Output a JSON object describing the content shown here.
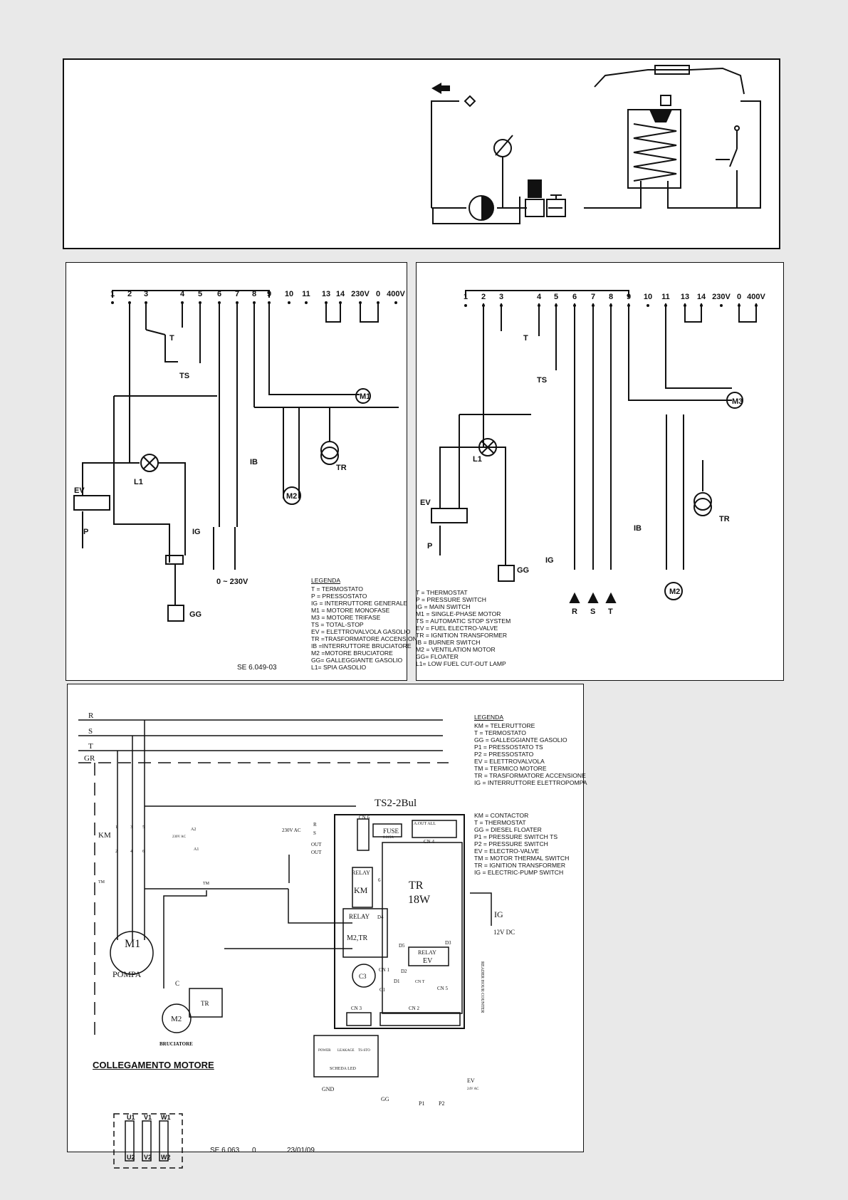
{
  "hydraulic": {},
  "diagram_left": {
    "terminals": [
      "1",
      "2",
      "3",
      "4",
      "5",
      "6",
      "7",
      "8",
      "9",
      "10",
      "11",
      "13",
      "14",
      "230V",
      "0",
      "400V"
    ],
    "labels": {
      "t": "T",
      "ts": "TS",
      "m1": "M1",
      "ib": "IB",
      "tr": "TR",
      "m2": "M2",
      "l1": "L1",
      "ev": "EV",
      "p": "P",
      "ig": "IG",
      "supply": "0 ~ 230V",
      "gg": "GG"
    },
    "legend_title": "LEGENDA",
    "legend_it": [
      "T = TERMOSTATO",
      "P = PRESSOSTATO",
      "IG = INTERRUTTORE GENERALE",
      "M1 = MOTORE MONOFASE",
      "M3 = MOTORE TRIFASE",
      "TS = TOTAL-STOP",
      "EV = ELETTROVALVOLA GASOLIO",
      "TR =TRASFORMATORE ACCENSIONE",
      "IB =INTERRUTTORE BRUCIATORE",
      "M2 =MOTORE BRUCIATORE",
      "GG= GALLEGGIANTE GASOLIO",
      "L1= SPIA GASOLIO"
    ],
    "code": "SE 6.049-03"
  },
  "diagram_right": {
    "terminals": [
      "1",
      "2",
      "3",
      "4",
      "5",
      "6",
      "7",
      "8",
      "9",
      "10",
      "11",
      "13",
      "14",
      "230V",
      "0",
      "400V"
    ],
    "labels": {
      "t": "T",
      "ts": "TS",
      "m3": "M3",
      "l1": "L1",
      "ev": "EV",
      "p": "P",
      "ig": "IG",
      "gg": "GG",
      "ib": "IB",
      "tr": "TR",
      "m2": "M2",
      "r": "R",
      "s": "S",
      "tt": "T"
    },
    "legend_en": [
      "T = THERMOSTAT",
      "P = PRESSURE SWITCH",
      "IG = MAIN SWITCH",
      "M1 = SINGLE-PHASE MOTOR",
      "TS = AUTOMATIC STOP SYSTEM",
      "EV = FUEL ELECTRO-VALVE",
      "TR = IGNITION TRANSFORMER",
      "IB = BURNER SWITCH",
      "M2 = VENTILATION MOTOR",
      "GG= FLOATER",
      "L1= LOW FUEL CUT-OUT LAMP"
    ]
  },
  "diagram_bottom": {
    "lines": [
      "R",
      "S",
      "T",
      "GR"
    ],
    "board_title": "TS2-2Bul",
    "labels": {
      "cn6": "CN 6",
      "fuse": "FUSE",
      "fuse_val": "0.315A",
      "cn4": "CN 4",
      "cn4_top": "A.OUT ALL",
      "relay1": "RELAY",
      "km_box": "KM",
      "tr_big": "TR",
      "tr_w": "18W",
      "relay2": "RELAY",
      "m2tr": "M2,TR",
      "relay_ev": "RELAY",
      "ev_box": "EV",
      "c3": "C3",
      "c1": "C1",
      "cn1": "CN 1",
      "cnt": "CN T",
      "cn5": "CN 5",
      "cn3": "CN 3",
      "cn2": "CN 2",
      "d1": "D1",
      "d2": "D2",
      "d3": "D3",
      "d4": "D4",
      "d5": "D5",
      "r6": "6",
      "ig": "IG",
      "dc": "12V DC",
      "hour": "READER HOUR COUNTER",
      "r": "R",
      "s": "S",
      "out1": "OUT",
      "out2": "OUT",
      "v230": "230V AC",
      "a2": "A2",
      "a1": "A1",
      "v230b": "230V AC",
      "km": "KM",
      "tm": "TM",
      "tm2": "TM",
      "m1": "M1",
      "pompa": "POMPA",
      "c": "C",
      "m2": "M2",
      "bruciatore": "BRUCIATORE",
      "tr": "TR",
      "power": "POWER",
      "led2": "LEAKAGE",
      "led3": "TS-STO",
      "scheda": "SCHEDA LED",
      "gnd": "GND",
      "gg": "GG",
      "p1": "P1",
      "p2": "P2",
      "ev": "EV",
      "ev_v": "24V AC",
      "u1": "U1",
      "v1": "V1",
      "w1": "W1",
      "u2": "U2",
      "v2": "V2",
      "w2": "W2",
      "k1": "1",
      "k3": "3",
      "k5": "5",
      "k2": "2",
      "k4": "4",
      "k6": "6"
    },
    "legend_title": "LEGENDA",
    "legend_it": [
      "KM = TELERUTTORE",
      "T = TERMOSTATO",
      "GG = GALLEGGIANTE GASOLIO",
      "P1 = PRESSOSTATO TS",
      "P2 = PRESSOSTATO",
      "EV = ELETTROVALVOLA",
      "TM = TERMICO MOTORE",
      "TR = TRASFORMATORE ACCENSIONE",
      "IG = INTERRUTTORE ELETTROPOMPA"
    ],
    "legend_en": [
      "KM = CONTACTOR",
      "T = THERMOSTAT",
      "GG = DIESEL FLOATER",
      "P1 = PRESSURE SWITCH TS",
      "P2 = PRESSURE SWITCH",
      "EV = ELECTRO-VALVE",
      "TM = MOTOR THERMAL SWITCH",
      "TR = IGNITION TRANSFORMER",
      "IG = ELECTRIC-PUMP SWITCH"
    ],
    "motor_title": "COLLEGAMENTO MOTORE",
    "code": "SE 6.063",
    "rev": "0",
    "date": "23/01/09"
  }
}
